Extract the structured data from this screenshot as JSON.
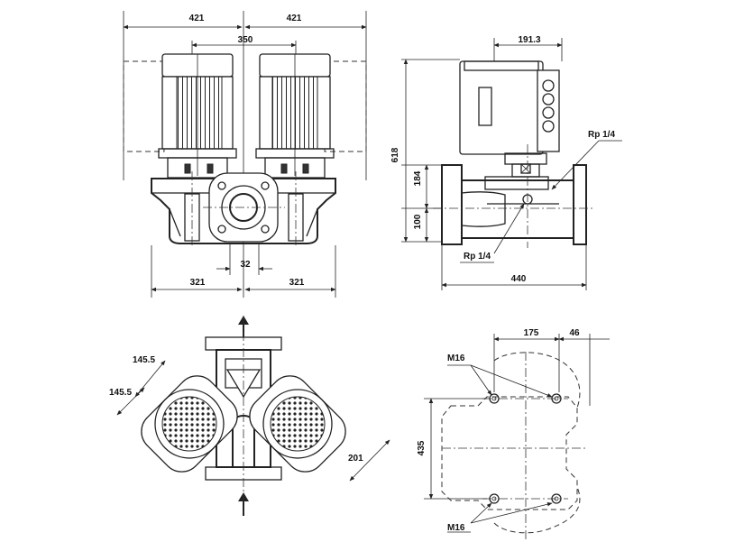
{
  "dimensions": {
    "front_half_width_left": "421",
    "front_half_width_right": "421",
    "motor_spacing": "350",
    "flange_offset": "32",
    "base_half_left": "321",
    "base_half_right": "321",
    "side_motor_depth": "191.3",
    "side_total_height": "618",
    "side_height_upper": "184",
    "side_height_lower": "100",
    "side_total_length": "440",
    "port_label_top": "Rp 1/4",
    "port_label_bottom": "Rp 1/4",
    "top_view_dim_1": "145.5",
    "top_view_dim_2": "145.5",
    "top_view_dim_3": "201",
    "footprint_dim_x1": "175",
    "footprint_dim_x2": "46",
    "footprint_dim_y": "435",
    "bolt_label_top": "M16",
    "bolt_label_bottom": "M16"
  }
}
